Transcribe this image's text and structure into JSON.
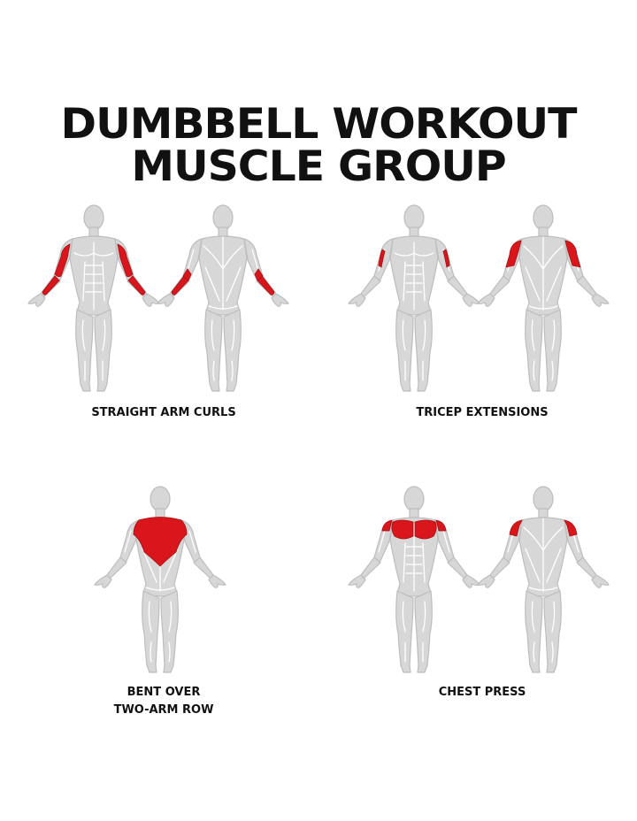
{
  "title": {
    "line1": "DUMBBELL WORKOUT",
    "line2": "MUSCLE GROUP"
  },
  "colors": {
    "body": "#d7d7d7",
    "body_outline": "#bdbdbd",
    "highlight": "#d9161b",
    "text": "#111111"
  },
  "exercises": [
    {
      "id": "straight-arm-curls",
      "label_lines": [
        "STRAIGHT ARM CURLS"
      ],
      "views": [
        "front",
        "back"
      ],
      "highlighted_muscles": [
        "biceps",
        "forearms"
      ]
    },
    {
      "id": "tricep-extensions",
      "label_lines": [
        "TRICEP EXTENSIONS"
      ],
      "views": [
        "front",
        "back"
      ],
      "highlighted_muscles": [
        "triceps"
      ]
    },
    {
      "id": "bent-over-two-arm-row",
      "label_lines": [
        "BENT OVER",
        "TWO-ARM ROW"
      ],
      "views": [
        "back"
      ],
      "highlighted_muscles": [
        "upper back",
        "rear deltoids"
      ]
    },
    {
      "id": "chest-press",
      "label_lines": [
        "CHEST PRESS"
      ],
      "views": [
        "front",
        "back"
      ],
      "highlighted_muscles": [
        "chest",
        "shoulders"
      ]
    }
  ]
}
